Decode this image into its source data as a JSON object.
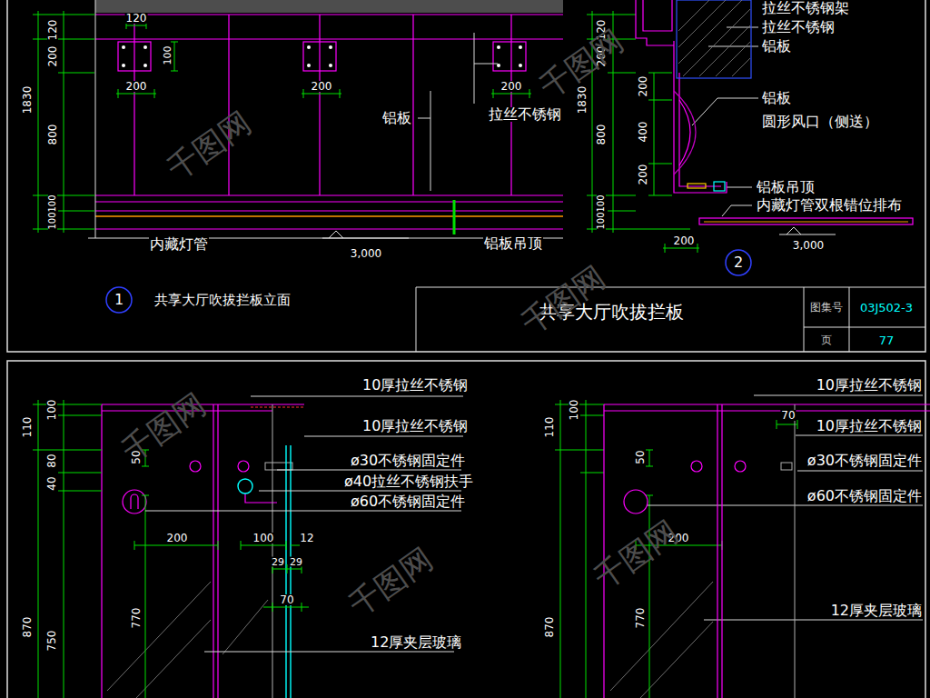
{
  "diagram": {
    "title": "共享大厅吹拔拦板",
    "nodes": [
      {
        "text": [
          "1"
        ]
      },
      {
        "text": [
          "2"
        ]
      }
    ],
    "labels": [
      "120",
      "120",
      "200",
      "100",
      "1830",
      "200",
      "200",
      "200",
      "800",
      "铝板",
      "拉丝不锈钢",
      "100",
      "100",
      "内藏灯管",
      "3,000",
      "铝板吊顶",
      "共享大厅吹拔拦板立面",
      "拉丝不锈钢架",
      "拉丝不锈钢",
      "铝板",
      "120",
      "200",
      "1830",
      "200",
      "铝板",
      "圆形风口（侧送）",
      "400",
      "800",
      "200",
      "铝板吊顶",
      "内藏灯管双根错位排布",
      "100",
      "100",
      "200",
      "3,000",
      "图集号",
      "03J502-3",
      "页",
      "77",
      "10厚拉丝不锈钢",
      "110",
      "100",
      "10厚拉丝不锈钢",
      "50",
      "80",
      "ø30不锈钢固定件",
      "ø40拉丝不锈钢扶手",
      "40",
      "ø60不锈钢固定件",
      "200",
      "100",
      "12",
      "29",
      "29",
      "70",
      "770",
      "870",
      "12厚夹层玻璃",
      "750",
      "10厚拉丝不锈钢",
      "110",
      "100",
      "70",
      "10厚拉丝不锈钢",
      "50",
      "ø30不锈钢固定件",
      "ø60不锈钢固定件",
      "200",
      "770",
      "870",
      "12厚夹层玻璃",
      "千图网",
      "千图网",
      "千图网",
      "千图网",
      "千图网",
      "千图网"
    ]
  }
}
